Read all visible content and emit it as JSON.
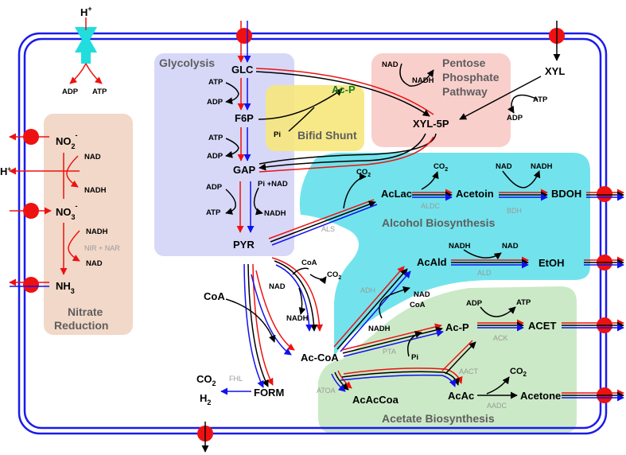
{
  "metabolites": {
    "glc": "GLC",
    "f6p": "F6P",
    "gap": "GAP",
    "pyr": "PYR",
    "xyl": "XYL",
    "xyl5p": "XYL-5P",
    "acp_shunt": "Ac-P",
    "coa": "CoA",
    "acetyl_coa": "Ac-CoA",
    "form": "FORM",
    "co2_form": "CO",
    "co2_form_sub": "2",
    "h2": "H",
    "h2_sub": "2",
    "aclac": "AcLac",
    "acetoin": "Acetoin",
    "bdoh": "BDOH",
    "acald": "AcAld",
    "etoh": "EtOH",
    "acp": "Ac-P",
    "acet": "ACET",
    "acaccoa": "AcAcCoa",
    "acac": "AcAc",
    "acetone": "Acetone",
    "no2": "NO",
    "no2_sub": "2",
    "no2_sup": "-",
    "no3": "NO",
    "no3_sub": "3",
    "no3_sup": "-",
    "nh3": "NH",
    "nh3_sub": "3",
    "h_plus": "H",
    "h_plus_sup": "+",
    "h_left": "H",
    "h_left_sup": "+"
  },
  "cofactors": {
    "adp": "ADP",
    "atp": "ATP",
    "nad": "NAD",
    "nadh": "NADH",
    "pi": "Pi",
    "pi_nad": "Pi +NAD",
    "coa": "CoA",
    "co": "CO",
    "co_sub": "2"
  },
  "enzymes": {
    "als": "ALS",
    "aldc": "ALDC",
    "bdh": "BDH",
    "ald": "ALD",
    "adh": "ADH",
    "pta": "PTA",
    "ack": "ACK",
    "aact": "AACT",
    "atoa": "ATOA",
    "aadc": "AADC",
    "fhl": "FHL",
    "nir_nar": "NIR + NAR"
  },
  "regions": {
    "glycolysis": "Glycolysis",
    "bifid_shunt": "Bifid Shunt",
    "ppp_line1": "Pentose",
    "ppp_line2": "Phosphate",
    "ppp_line3": "Pathway",
    "alcohol": "Alcohol Biosynthesis",
    "acetate": "Acetate Biosynthesis",
    "nitrate_line1": "Nitrate",
    "nitrate_line2": "Reduction"
  },
  "colors": {
    "glycolysis": "#d7d8f8",
    "ppp": "#f9cfcc",
    "bifid": "#f6e77b",
    "alcohol": "#72e3ec",
    "acetate": "#cbe9c6",
    "nitrate": "#f2d8c8",
    "membrane": "#1a1aee",
    "transporter": "#ee1111",
    "atpase": "#22dddd",
    "wildtype_flux": "#ee1111",
    "mutant_flux": "#1111ee",
    "enzyme_text": "#999999"
  }
}
